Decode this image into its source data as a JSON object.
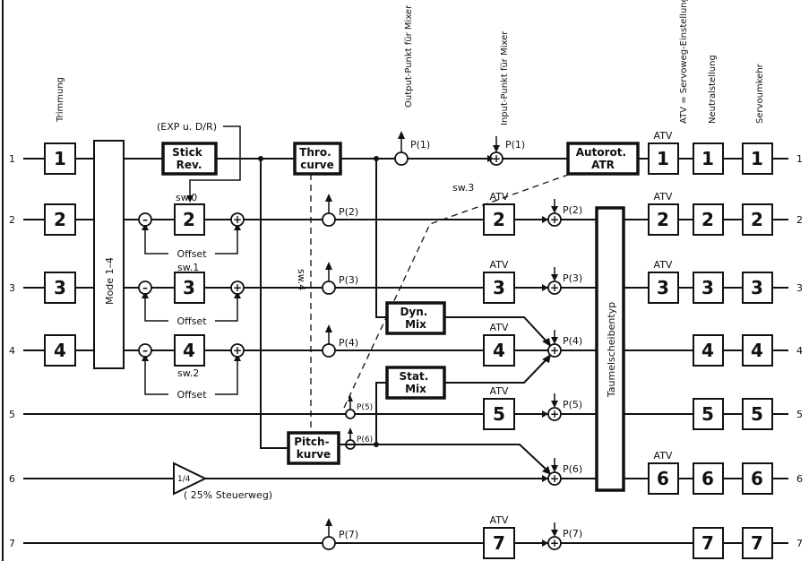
{
  "headers": {
    "trimmung": "Trimmung",
    "output_punkt": "Output-Punkt für Mixer",
    "input_punkt": "Input-Punkt für Mixer",
    "atv_def": "ATV = Servoweg-Einstellung",
    "neutral": "Neutralstellung",
    "servo": "Servoumkehr"
  },
  "channels": [
    "1",
    "2",
    "3",
    "4",
    "5",
    "6",
    "7"
  ],
  "trim_labels": [
    "1",
    "2",
    "3",
    "4"
  ],
  "mode_label": "Mode 1–4",
  "exp_label": "(EXP u. D/R)",
  "stick_rev": "Stick Rev.",
  "throttle_curve": "Thro. curve",
  "autorot": "Autorot. ATR",
  "switches": {
    "sw0": "sw.0",
    "sw1": "sw.1",
    "sw2": "sw.2",
    "sw3": "sw.3",
    "sw4": "sw.4"
  },
  "offset": "Offset",
  "minus": "–",
  "plus": "+",
  "p_labels": [
    "P(1)",
    "P(2)",
    "P(3)",
    "P(4)",
    "P(5)",
    "P(6)",
    "P(7)"
  ],
  "atv": "ATV",
  "atv_numbers": [
    "1",
    "2",
    "3",
    "4",
    "5",
    "6",
    "7"
  ],
  "dyn_mix": "Dyn. Mix",
  "stat_mix": "Stat. Mix",
  "pitch_curve": "Pitch- kurve",
  "taumel": "Taumelscheibentyp",
  "quarter": "1/4",
  "steuerweg": "( 25% Steuerweg)",
  "neutral_numbers": [
    "1",
    "2",
    "3",
    "4",
    "5",
    "6",
    "7"
  ],
  "servo_numbers": [
    "1",
    "2",
    "3",
    "4",
    "5",
    "6",
    "7"
  ]
}
